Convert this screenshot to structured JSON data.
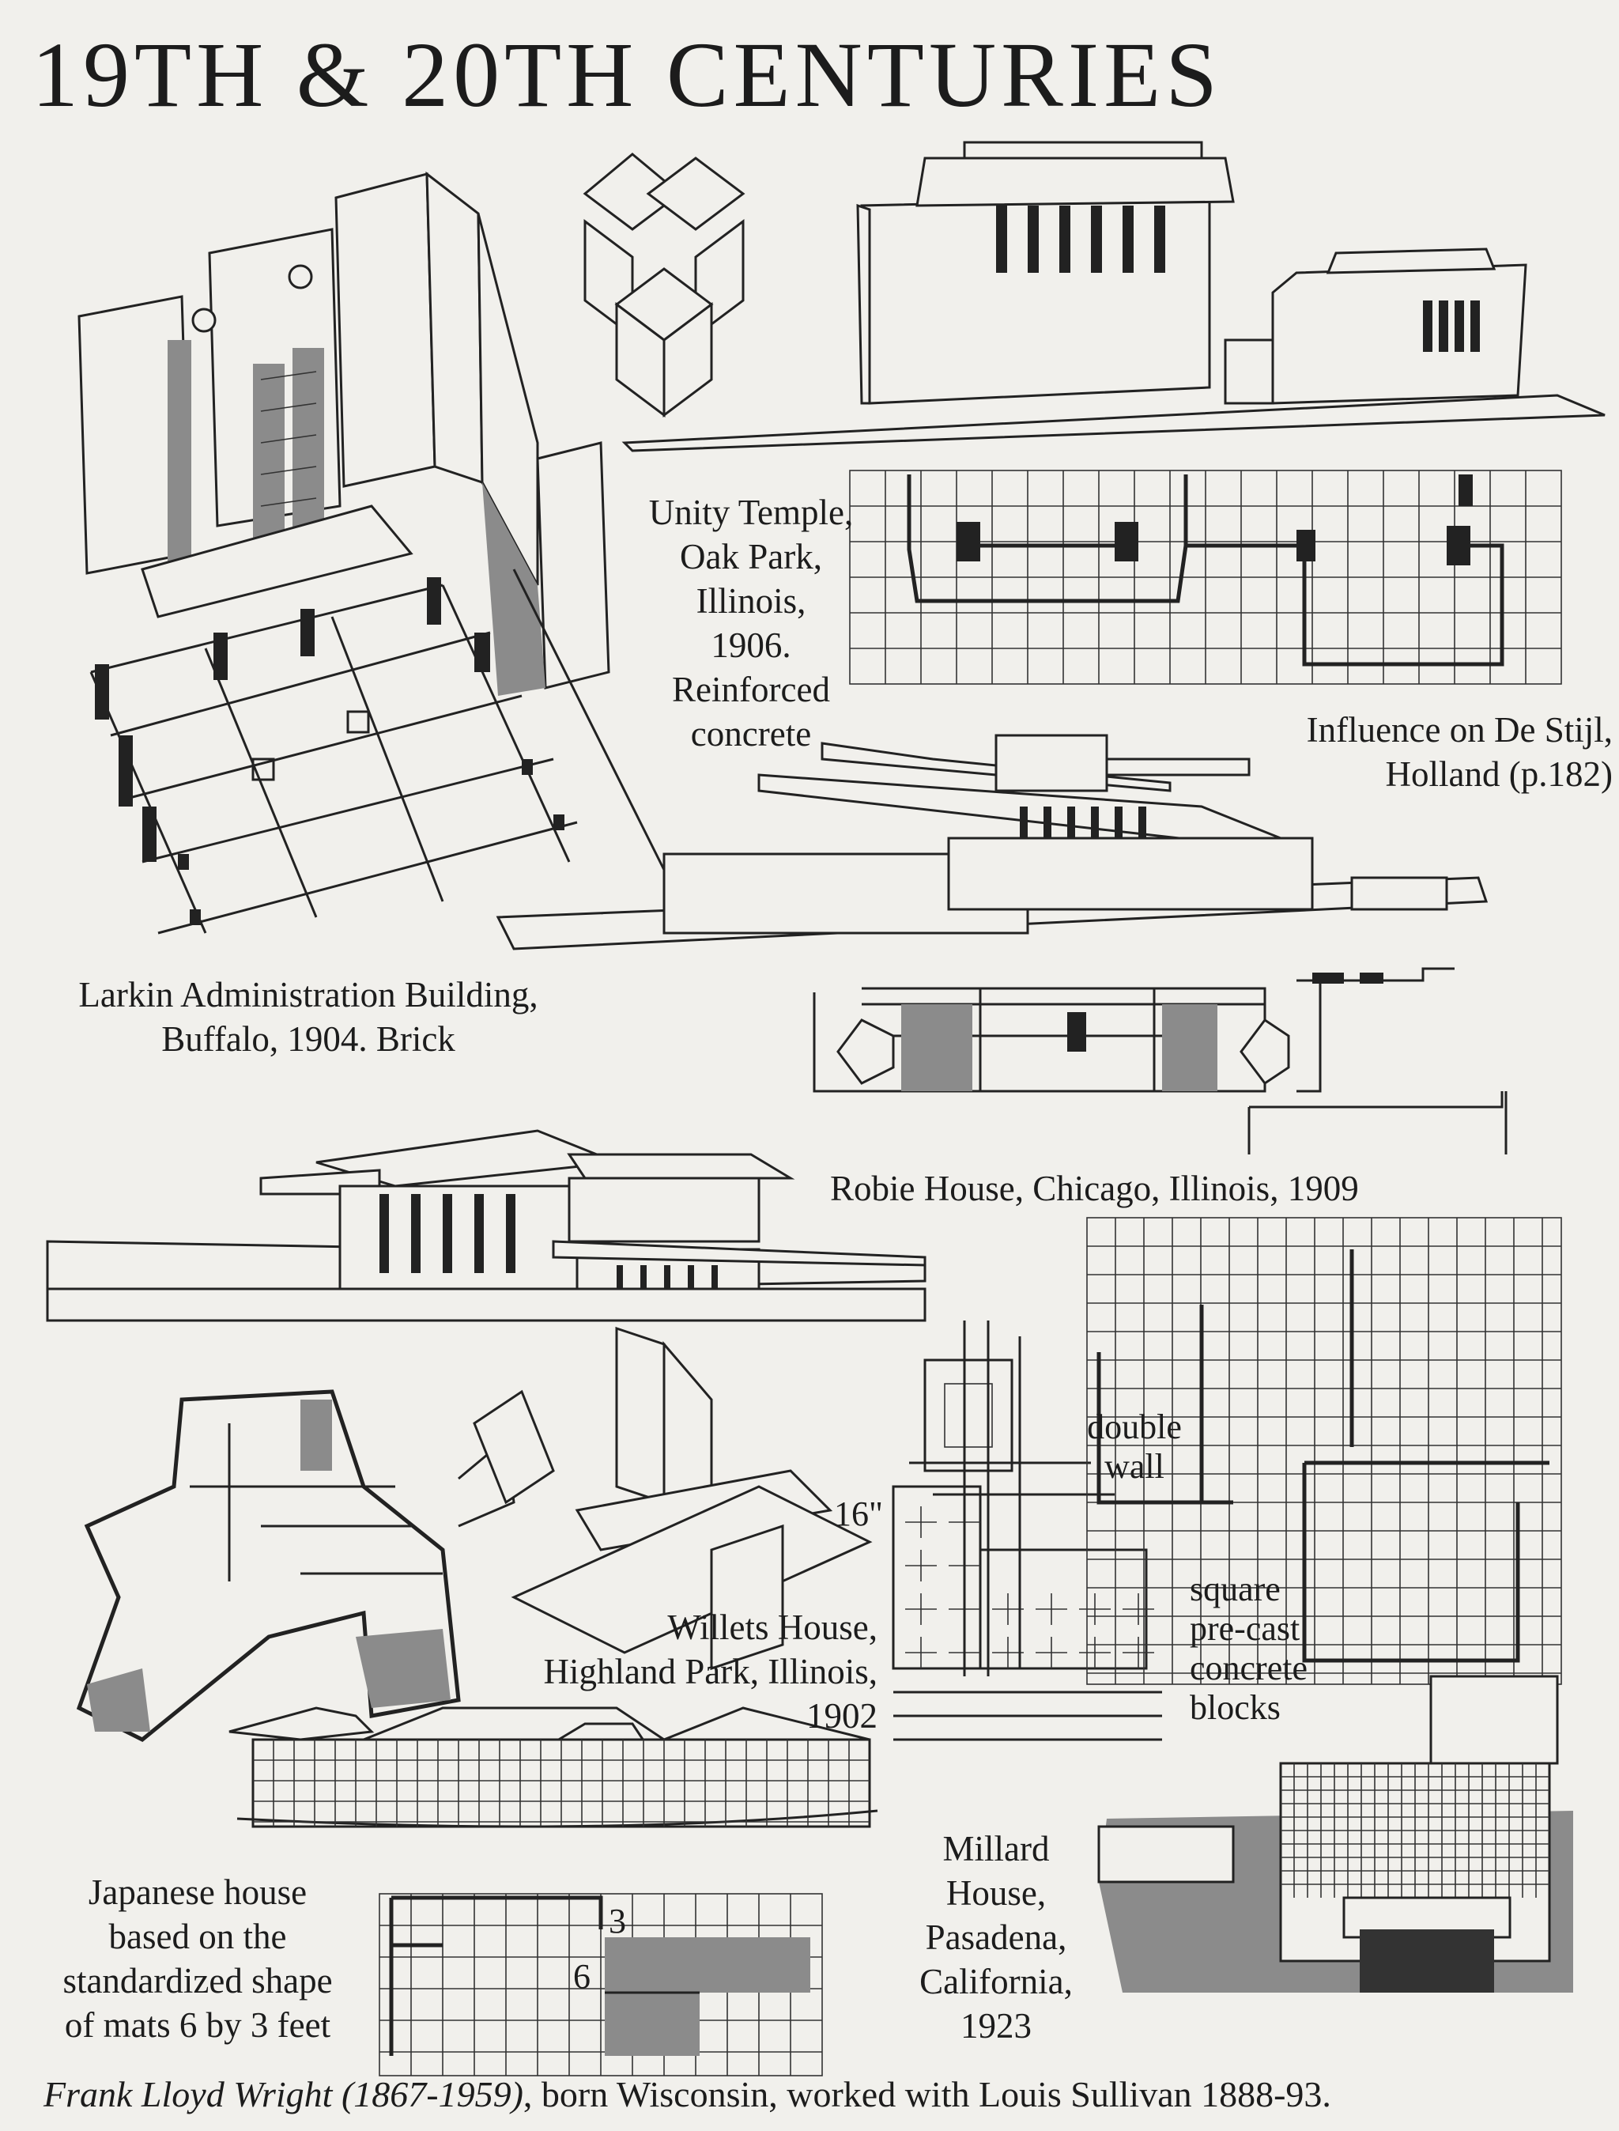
{
  "page_title": "19TH & 20TH CENTURIES",
  "captions": {
    "unity_temple": "Unity Temple,\nOak Park,\nIllinois,\n1906.\nReinforced concrete",
    "de_stijl": "Influence on De Stijl,\nHolland (p.182)",
    "larkin": "Larkin Administration Building,\nBuffalo, 1904.   Brick",
    "robie": "Robie House, Chicago, Illinois, 1909",
    "willets": "Willets House,\nHighland Park, Illinois,\n1902",
    "japanese": "Japanese  house\nbased on the\nstandardized shape\nof mats 6 by 3 feet",
    "millard": "Millard\nHouse,\nPasadena,\nCalifornia,\n1923"
  },
  "detail_labels": {
    "double_wall": "double\nwall",
    "sixteen_in": "16\"",
    "blocks": "square\npre-cast\nconcrete\nblocks",
    "mat_3": "3",
    "mat_6": "6"
  },
  "footer": {
    "name_dates": "Frank Lloyd Wright (1867-1959)",
    "rest": ", born Wisconsin, worked with Louis Sullivan 1888-93."
  }
}
